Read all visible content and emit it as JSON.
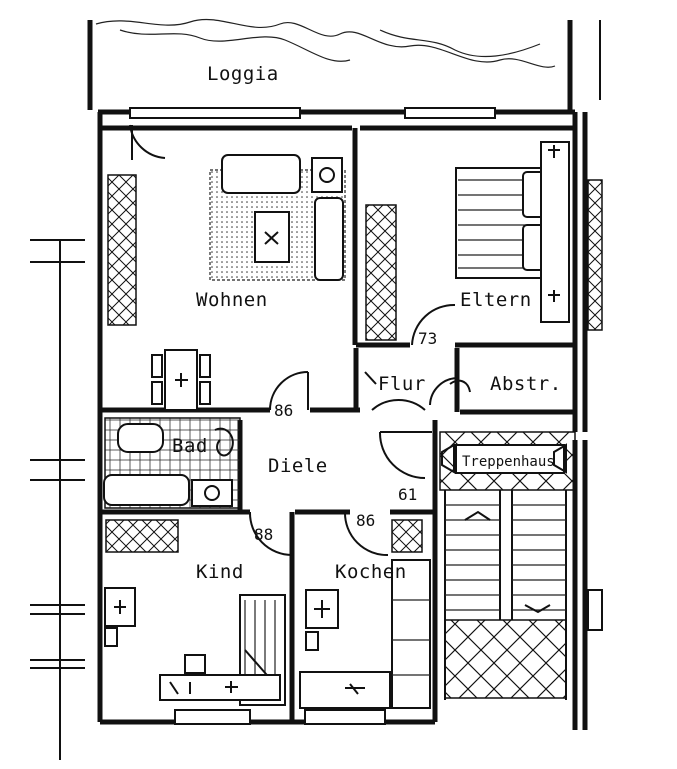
{
  "plan": {
    "rooms": {
      "loggia": "Loggia",
      "wohnen": "Wohnen",
      "eltern": "Eltern",
      "flur": "Flur",
      "abstr": "Abstr.",
      "bad": "Bad",
      "diele": "Diele",
      "kind": "Kind",
      "kochen": "Kochen",
      "treppenhaus": "Treppenhaus"
    },
    "numbers": {
      "n73": "73",
      "n86": "86",
      "n88": "88",
      "n86b": "86",
      "n61": "61"
    }
  }
}
